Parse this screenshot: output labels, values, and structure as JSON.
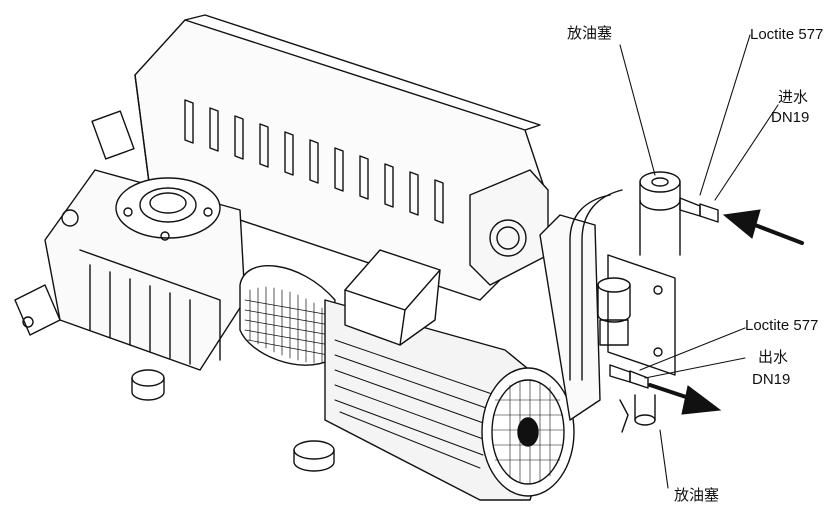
{
  "labels": {
    "drain_plug_top": "放油塞",
    "loctite_top": "Loctite 577",
    "water_in": "进水",
    "water_in_size": "DN19",
    "loctite_mid": "Loctite 577",
    "water_out": "出水",
    "water_out_size": "DN19",
    "drain_plug_bottom": "放油塞"
  },
  "colors": {
    "line": "#111111",
    "background": "#ffffff",
    "motor_fill": "#f4f4f4"
  }
}
